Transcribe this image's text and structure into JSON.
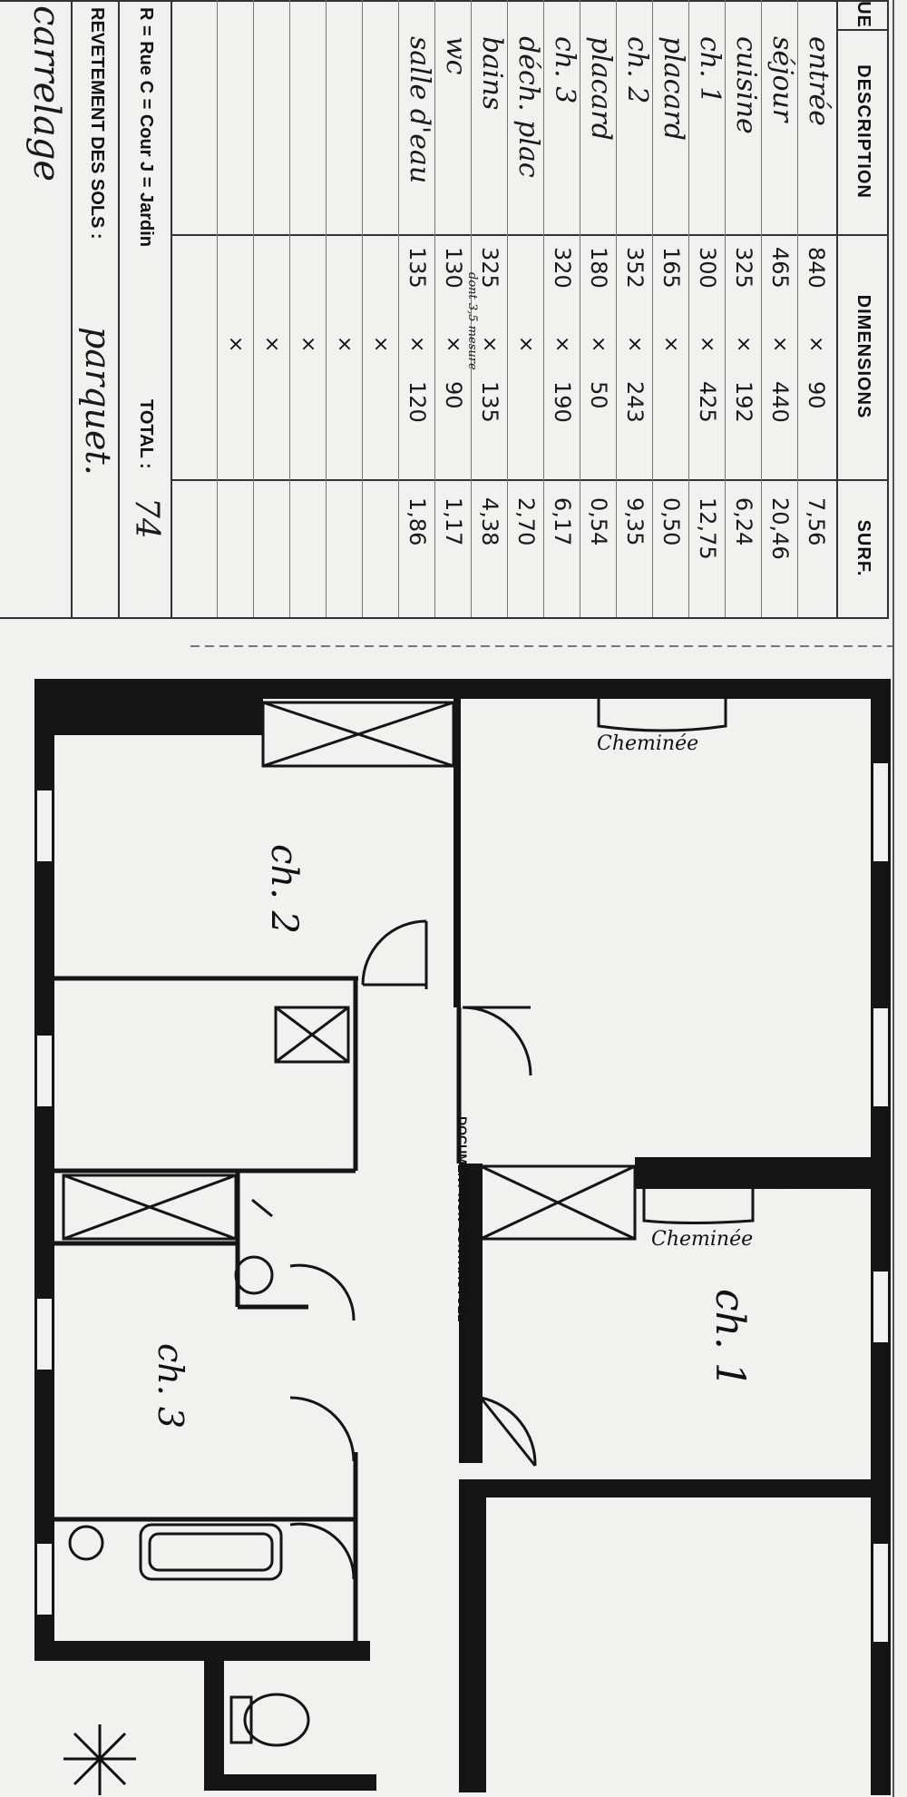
{
  "table": {
    "headers": {
      "prefix": "UE",
      "description": "DESCRIPTION",
      "dimensions": "DIMENSIONS",
      "surface": "SURF."
    },
    "rows": [
      {
        "description": "entrée",
        "dim_a": "840",
        "dim_b": "90",
        "surface": "7,56"
      },
      {
        "description": "séjour",
        "dim_a": "465",
        "dim_b": "440",
        "surface": "20,46"
      },
      {
        "description": "cuisine",
        "dim_a": "325",
        "dim_b": "192",
        "surface": "6,24"
      },
      {
        "description": "ch. 1",
        "dim_a": "300",
        "dim_b": "425",
        "surface": "12,75"
      },
      {
        "description": "placard",
        "dim_a": "165",
        "dim_b": "",
        "surface": "0,50"
      },
      {
        "description": "ch. 2",
        "dim_a": "352",
        "dim_b": "243",
        "surface": "9,35"
      },
      {
        "description": "placard",
        "dim_a": "180",
        "dim_b": "50",
        "surface": "0,54"
      },
      {
        "description": "ch. 3",
        "dim_a": "320",
        "dim_b": "190",
        "surface": "6,17"
      },
      {
        "description": "déch. plac",
        "dim_a": "",
        "dim_b": "",
        "surface": "2,70"
      },
      {
        "description": "bains",
        "dim_a": "325",
        "dim_b": "135",
        "surface": "4,38"
      },
      {
        "description": "wc",
        "dim_a": "130",
        "dim_b": "90",
        "surface": "1,17"
      },
      {
        "description": "salle d'eau",
        "dim_a": "135",
        "dim_b": "120",
        "surface": "1,86"
      }
    ],
    "annotation": "dont 3,5 mesure",
    "legend": "R = Rue  C = Cour  J = Jardin",
    "total_label": "TOTAL :",
    "total_value": "74",
    "floor_label": "REVETEMENT DES SOLS :",
    "floor_value_1": "parquet.",
    "floor_value_2": "carrelage"
  },
  "plan": {
    "labels": {
      "chimney_1": "Cheminée",
      "chimney_2": "Cheminée",
      "room_ch1": "ch. 1",
      "room_ch2": "ch. 2",
      "room_ch3": "ch. 3"
    },
    "side_note": "DOCUMENT NON CONTRACTUEL"
  }
}
